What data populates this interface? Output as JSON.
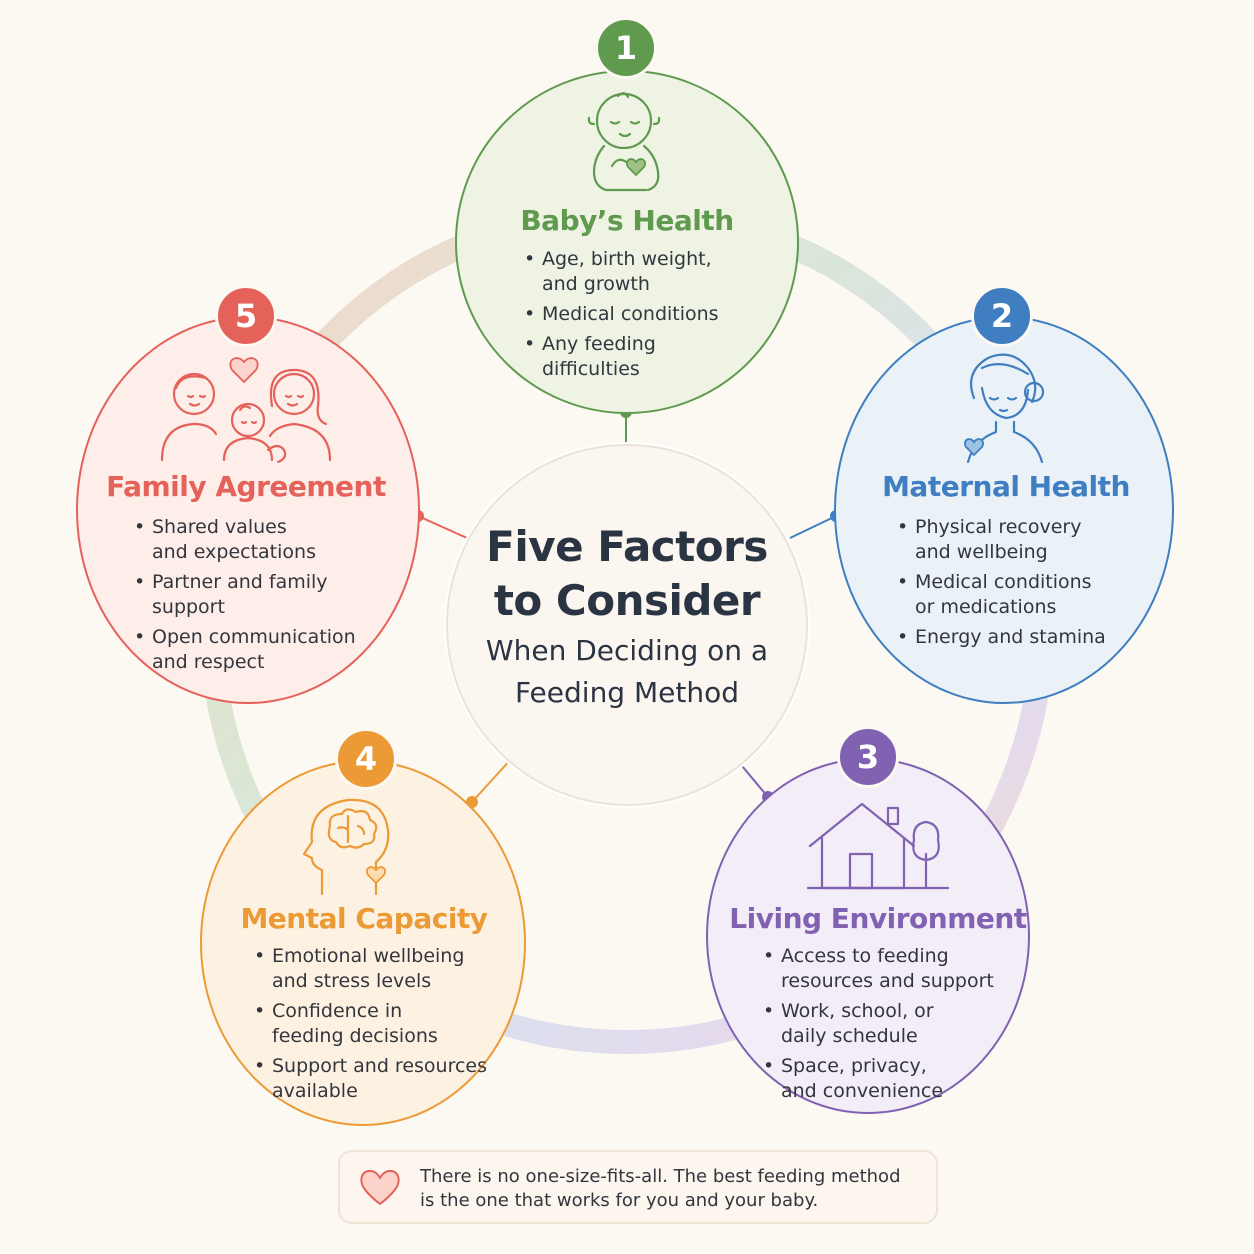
{
  "center": {
    "title_line1": "Five Factors",
    "title_line2": "to Consider",
    "subtitle_line1": "When Deciding on a",
    "subtitle_line2": "Feeding Method"
  },
  "colors": {
    "background": "#fcf8f2",
    "baby": "#5f9a4f",
    "maternal": "#3f7ec1",
    "environment": "#8161b1",
    "mental": "#eb9a36",
    "family": "#e5625a",
    "text": "#33363d",
    "center_title": "#2b3442"
  },
  "factors": [
    {
      "number": "1",
      "title": "Baby’s Health",
      "icon": "baby-icon",
      "bullets": [
        [
          "Age, birth weight,",
          "and growth"
        ],
        [
          "Medical conditions"
        ],
        [
          "Any feeding",
          "difficulties"
        ]
      ]
    },
    {
      "number": "2",
      "title": "Maternal Health",
      "icon": "mother-icon",
      "bullets": [
        [
          "Physical recovery",
          "and wellbeing"
        ],
        [
          "Medical conditions",
          "or medications"
        ],
        [
          "Energy and stamina"
        ]
      ]
    },
    {
      "number": "3",
      "title": "Living Environment",
      "icon": "house-icon",
      "bullets": [
        [
          "Access to feeding",
          "resources and support"
        ],
        [
          "Work, school, or",
          "daily schedule"
        ],
        [
          "Space, privacy,",
          "and convenience"
        ]
      ]
    },
    {
      "number": "4",
      "title": "Mental Capacity",
      "icon": "head-brain-icon",
      "bullets": [
        [
          "Emotional wellbeing",
          "and stress levels"
        ],
        [
          "Confidence in",
          "feeding decisions"
        ],
        [
          "Support and resources",
          "available"
        ]
      ]
    },
    {
      "number": "5",
      "title": "Family Agreement",
      "icon": "family-icon",
      "bullets": [
        [
          "Shared values",
          "and expectations"
        ],
        [
          "Partner and family",
          "support"
        ],
        [
          "Open communication",
          "and respect"
        ]
      ]
    }
  ],
  "note": {
    "icon": "heart-icon",
    "line1": "There is no one-size-fits-all. The best feeding method",
    "line2": "is the one that works for you and your baby."
  }
}
